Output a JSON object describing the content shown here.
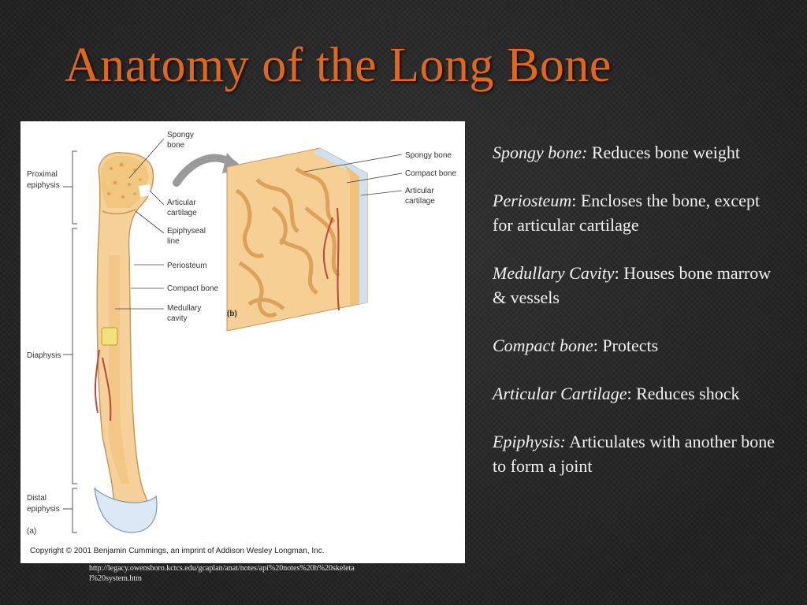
{
  "slide": {
    "title": "Anatomy of the Long Bone",
    "source_url": "http://legacy.owensboro.kctcs.edu/gcaplan/anat/notes/api%20notes%20h%20skeletal%20system.htm"
  },
  "figure": {
    "label_a": "(a)",
    "label_b": "(b)",
    "credit": "Copyright © 2001 Benjamin Cummings, an imprint of Addison Wesley Longman, Inc.",
    "left_labels": {
      "proximal_epiphysis": [
        "Proximal",
        "epiphysis"
      ],
      "diaphysis": "Diaphysis",
      "distal_epiphysis": [
        "Distal",
        "epiphysis"
      ]
    },
    "bone_labels": {
      "spongy_bone": [
        "Spongy",
        "bone"
      ],
      "articular_cartilage": [
        "Articular",
        "cartilage"
      ],
      "epiphyseal_line": [
        "Epiphyseal",
        "line"
      ],
      "periosteum": "Periosteum",
      "compact_bone": "Compact bone",
      "medullary_cavity": [
        "Medullary",
        "cavity"
      ]
    },
    "detail_labels": {
      "spongy_bone": "Spongy bone",
      "compact_bone": "Compact bone",
      "articular_cartilage": [
        "Articular",
        "cartilage"
      ]
    }
  },
  "definitions": [
    {
      "term": "Spongy bone:",
      "text": " Reduces bone weight"
    },
    {
      "term": "Periosteum",
      "text": ": Encloses the bone, except for articular cartilage"
    },
    {
      "term": "Medullary Cavity",
      "text": ": Houses bone marrow & vessels"
    },
    {
      "term": "Compact bone",
      "text": ": Protects"
    },
    {
      "term": "Articular Cartilage",
      "text": ": Reduces shock"
    },
    {
      "term": "Epiphysis:",
      "text": " Articulates with another bone to form a joint"
    }
  ]
}
